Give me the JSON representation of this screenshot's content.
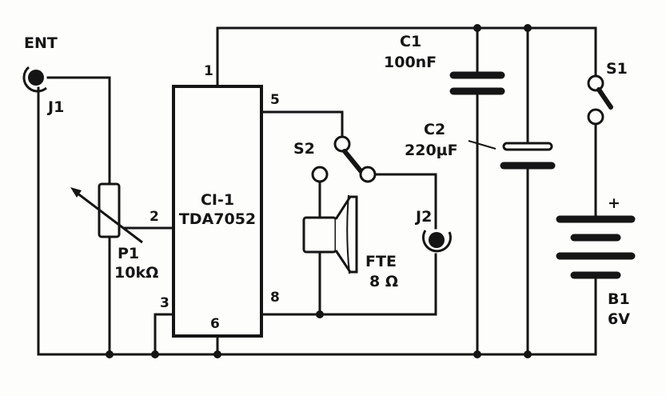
{
  "input_label": "ENT",
  "jack_in": "J1",
  "jack_out": "J2",
  "ic": {
    "name": "CI-1",
    "part": "TDA7052"
  },
  "pins": {
    "p1": "1",
    "p2": "2",
    "p3": "3",
    "p5": "5",
    "p6": "6",
    "p8": "8"
  },
  "pot": {
    "name": "P1",
    "value": "10kΩ"
  },
  "c1": {
    "name": "C1",
    "value": "100nF"
  },
  "c2": {
    "name": "C2",
    "value": "220µF"
  },
  "s1": "S1",
  "s2": "S2",
  "speaker": {
    "name": "FTE",
    "value": "8 Ω"
  },
  "battery": {
    "name": "B1",
    "value": "6V",
    "polarity": "+"
  }
}
